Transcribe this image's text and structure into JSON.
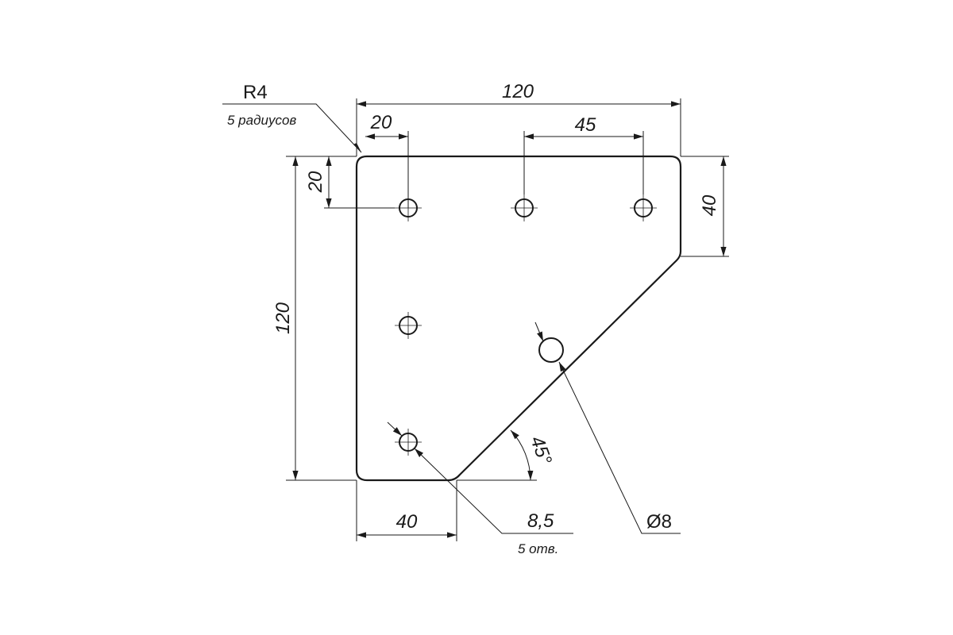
{
  "dimensions": {
    "overall_width": "120",
    "overall_height": "120",
    "hole_offset_x": "20",
    "hole_offset_y": "20",
    "hole_spacing": "45",
    "right_edge": "40",
    "bottom_edge": "40",
    "angle": "45°"
  },
  "callouts": {
    "radius": "R4",
    "radius_note": "5 радиусов",
    "small_hole": "8,5",
    "small_hole_note": "5 отв.",
    "large_hole": "Ø8"
  }
}
